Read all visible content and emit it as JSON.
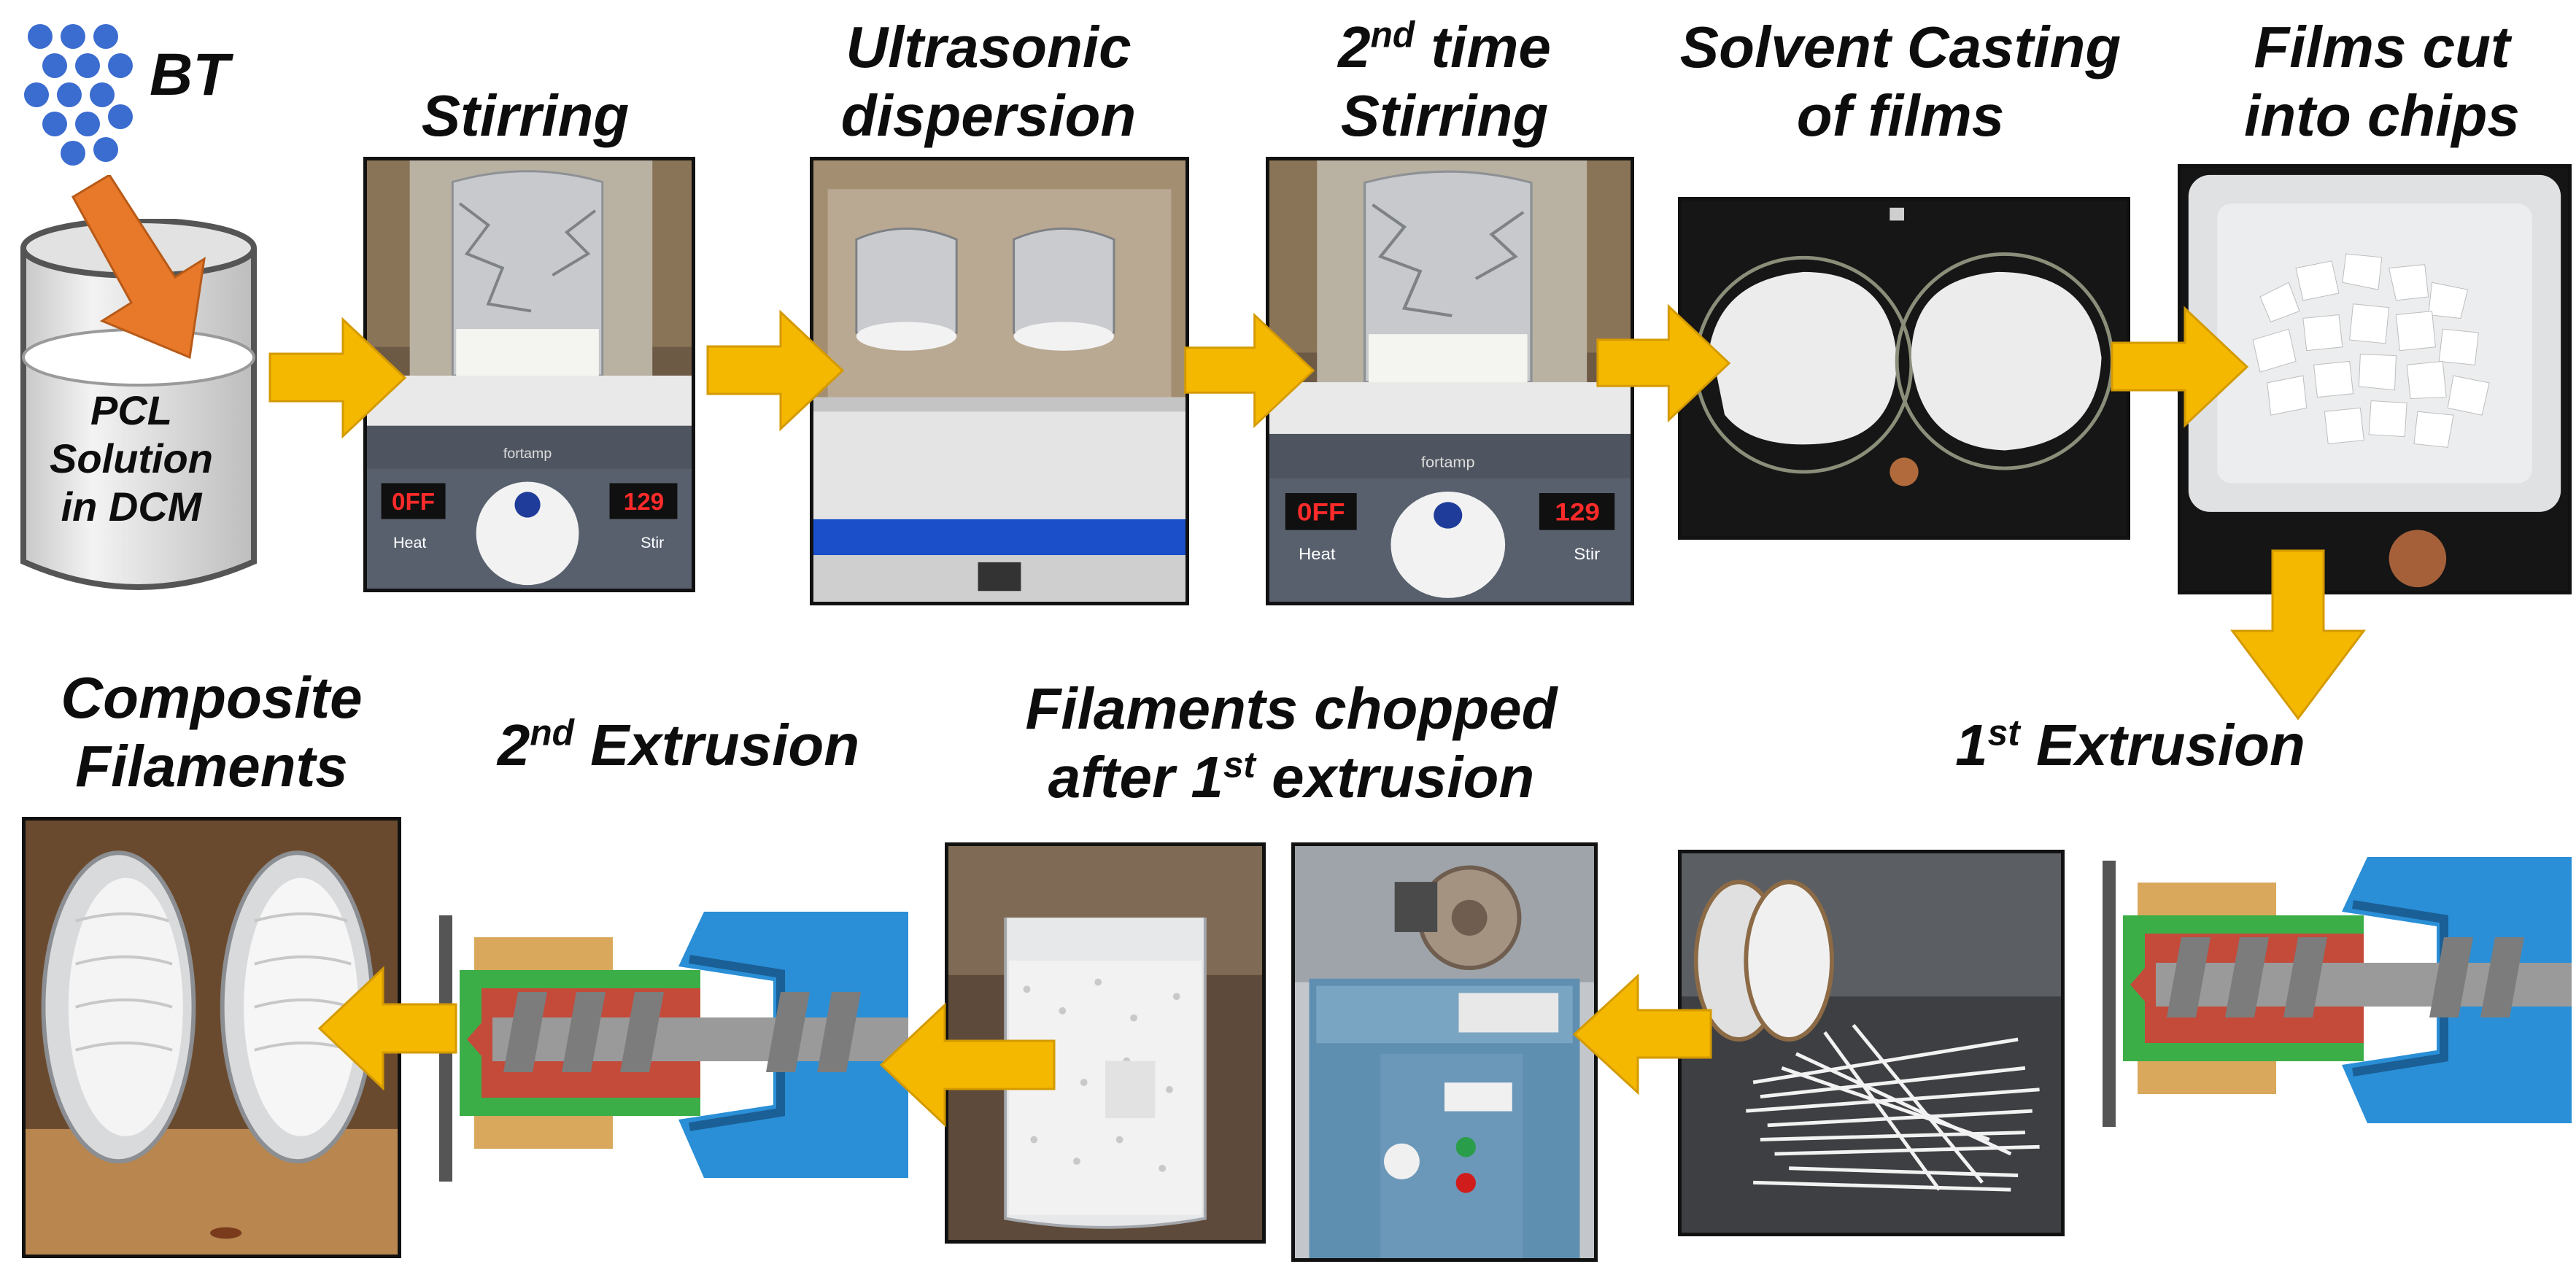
{
  "labels": {
    "bt": "BT",
    "beaker_line1": "PCL",
    "beaker_line2": "Solution",
    "beaker_line3": "in DCM",
    "stirring": "Stirring",
    "ultrasonic_1": "Ultrasonic",
    "ultrasonic_2": "dispersion",
    "second_stir_num": "2",
    "second_stir_sup": "nd",
    "second_stir_rest": " time",
    "second_stir_2": "Stirring",
    "casting_1": "Solvent Casting",
    "casting_2": "of films",
    "chips_1": "Films cut",
    "chips_2": "into chips",
    "composite_1": "Composite",
    "composite_2": "Filaments",
    "ext2_num": "2",
    "ext2_sup": "nd",
    "ext2_rest": " Extrusion",
    "chopped_1": "Filaments chopped",
    "chopped_2a": "after 1",
    "chopped_2sup": "st",
    "chopped_2b": " extrusion",
    "ext1_num": "1",
    "ext1_sup": "st",
    "ext1_rest": " Extrusion"
  },
  "display": {
    "stirrer_display": "0FF",
    "stirrer_rpm": "129",
    "stirrer_brand": "fortamp",
    "stirrer_heat": "Heat",
    "stirrer_stir": "Stir"
  },
  "colors": {
    "arrow": "#f5b800",
    "arrow_edge": "#d49a00",
    "bt_particle": "#3b6ccf",
    "feed_arrow": "#e8792a",
    "extruder_blue": "#2a8fd6",
    "barrel_green": "#3cae48",
    "heater_tan": "#d9a85c",
    "screw_gray": "#9a9a9a"
  }
}
